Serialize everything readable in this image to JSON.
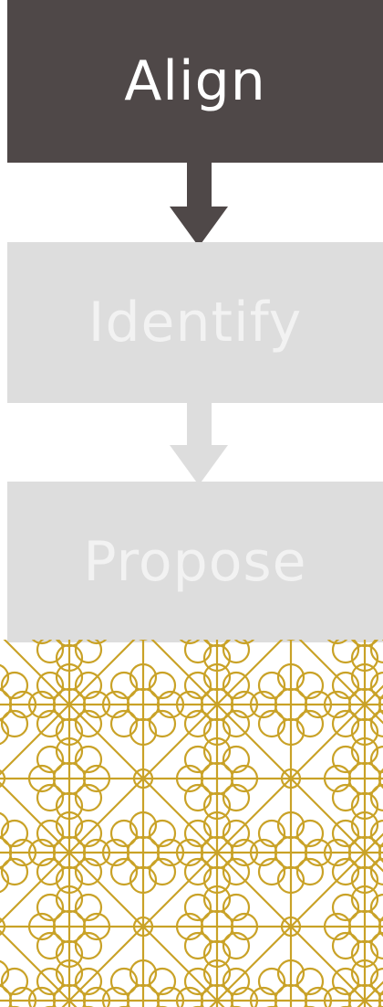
{
  "steps": [
    {
      "label": "Align",
      "state": "active"
    },
    {
      "label": "Identify",
      "state": "inactive"
    },
    {
      "label": "Propose",
      "state": "inactive"
    }
  ],
  "colors": {
    "active_fill": "#4f4848",
    "active_text": "#ffffff",
    "inactive_fill": "#dddddd",
    "inactive_text": "#f2f2f2",
    "pattern_line": "#c9a227"
  },
  "icons": {
    "arrow": "arrow-down-icon",
    "pattern": "floral-lattice-pattern"
  }
}
